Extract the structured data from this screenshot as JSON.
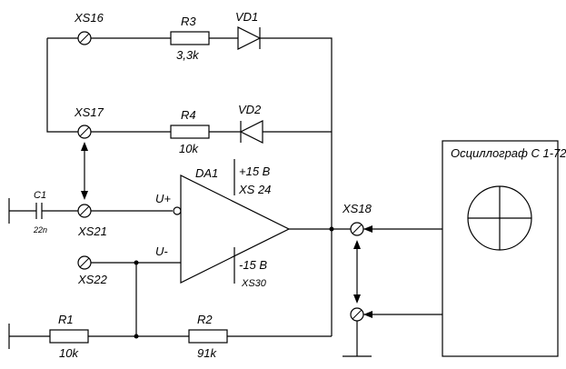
{
  "sockets": {
    "xs16": "XS16",
    "xs17": "XS17",
    "xs21": "XS21",
    "xs22": "XS22",
    "xs18": "XS18",
    "xs24": "XS 24",
    "xs30": "XS30"
  },
  "components": {
    "r3": {
      "name": "R3",
      "value": "3,3k"
    },
    "r4": {
      "name": "R4",
      "value": "10k"
    },
    "r1": {
      "name": "R1",
      "value": "10k"
    },
    "r2": {
      "name": "R2",
      "value": "91k"
    },
    "vd1": "VD1",
    "vd2": "VD2",
    "c1": {
      "name": "C1",
      "value": "22n"
    },
    "da1": "DA1"
  },
  "opamp": {
    "in_plus": "U+",
    "in_minus": "U-",
    "supply_pos": "+15 B",
    "supply_neg": "-15 B"
  },
  "oscilloscope": {
    "label": "Осциллограф С 1-72"
  }
}
